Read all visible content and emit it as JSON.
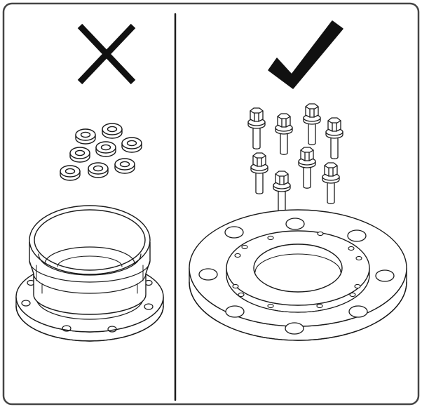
{
  "panels": [
    {
      "id": "wrong",
      "verdict": "incorrect",
      "verdict_icon": "cross-icon",
      "parts_icon": "washer-icon",
      "parts_count": 8,
      "assembly": "flange-with-collar"
    },
    {
      "id": "right",
      "verdict": "correct",
      "verdict_icon": "checkmark-icon",
      "parts_icon": "flange-bolt-icon",
      "parts_count": 8,
      "assembly": "flat-flange-plate"
    }
  ],
  "colors": {
    "line": "#1a1a1a",
    "frame": "#444444",
    "fill": "#ffffff",
    "shade": "#f2f2f2"
  }
}
